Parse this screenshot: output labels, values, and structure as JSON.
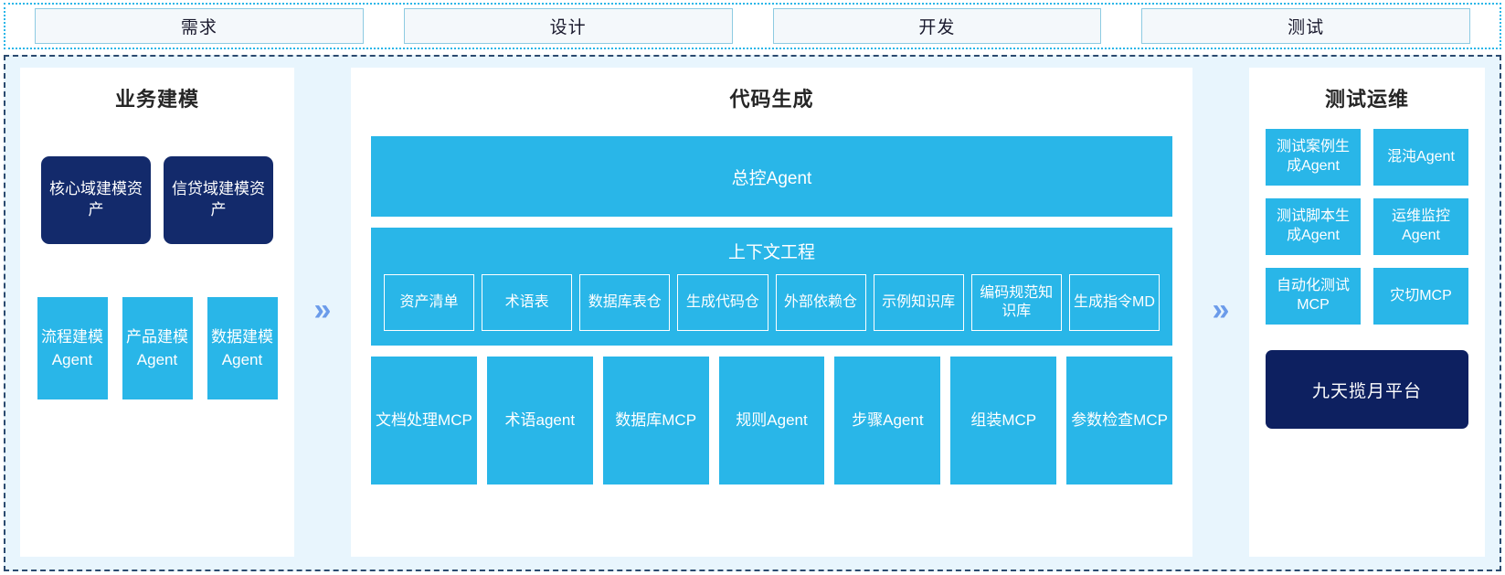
{
  "phases": {
    "items": [
      {
        "label": "需求"
      },
      {
        "label": "设计"
      },
      {
        "label": "开发"
      },
      {
        "label": "测试"
      }
    ]
  },
  "arrows": {
    "glyph": "»"
  },
  "left_panel": {
    "title": "业务建模",
    "assets": [
      {
        "label": "核心域建模资产"
      },
      {
        "label": "信贷域建模资产"
      }
    ],
    "agents": [
      {
        "label": "流程建模Agent"
      },
      {
        "label": "产品建模Agent"
      },
      {
        "label": "数据建模Agent"
      }
    ]
  },
  "center_panel": {
    "title": "代码生成",
    "master_agent": "总控Agent",
    "context": {
      "title": "上下文工程",
      "items": [
        {
          "label": "资产清单"
        },
        {
          "label": "术语表"
        },
        {
          "label": "数据库表仓"
        },
        {
          "label": "生成代码仓"
        },
        {
          "label": "外部依赖仓"
        },
        {
          "label": "示例知识库"
        },
        {
          "label": "编码规范知识库"
        },
        {
          "label": "生成指令MD"
        }
      ]
    },
    "tools": [
      {
        "label": "文档处理MCP"
      },
      {
        "label": "术语agent"
      },
      {
        "label": "数据库MCP"
      },
      {
        "label": "规则Agent"
      },
      {
        "label": "步骤Agent"
      },
      {
        "label": "组装MCP"
      },
      {
        "label": "参数检查MCP"
      }
    ]
  },
  "right_panel": {
    "title": "测试运维",
    "items": [
      {
        "label": "测试案例生成Agent"
      },
      {
        "label": "混沌Agent"
      },
      {
        "label": "测试脚本生成Agent"
      },
      {
        "label": "运维监控Agent"
      },
      {
        "label": "自动化测试MCP"
      },
      {
        "label": "灾切MCP"
      }
    ],
    "platform": "九天揽月平台"
  },
  "colors": {
    "accent_blue": "#29b6e8",
    "navy": "#132a6b",
    "platform_navy": "#0d2060",
    "frame_bg": "#e8f5fd",
    "arrow_blue": "#6b9bea"
  }
}
